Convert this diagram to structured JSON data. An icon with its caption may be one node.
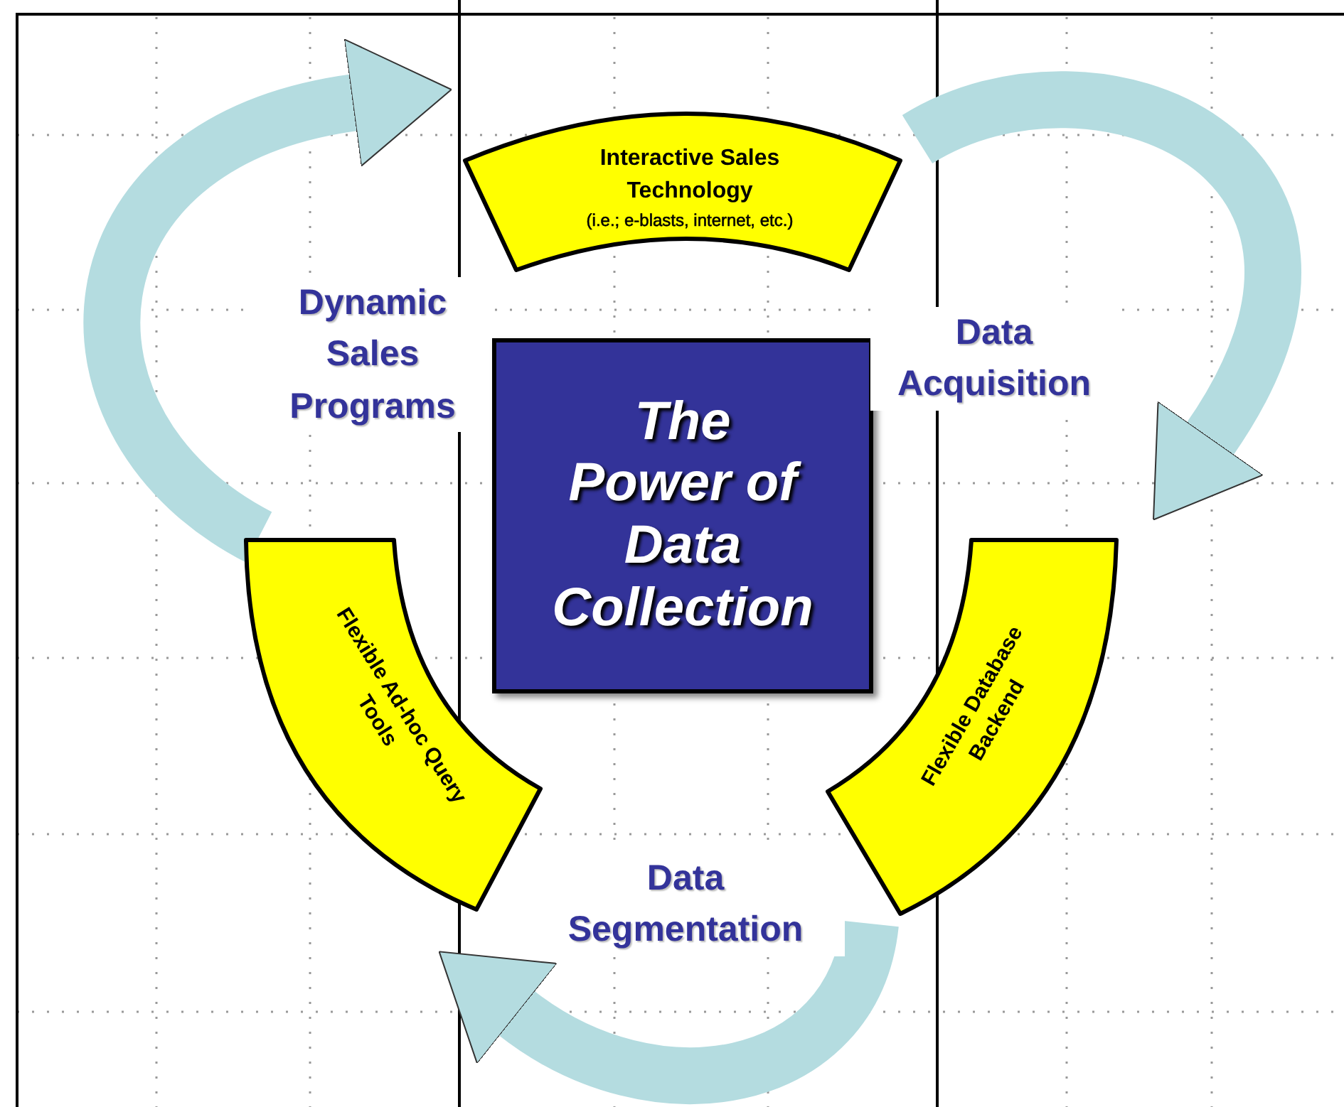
{
  "diagram": {
    "nodes": [
      {
        "text": [
          "The Power of Data Collection"
        ]
      },
      {
        "text": [
          "Interactive Sales Technology",
          "(i.e.; e-blasts, internet, etc.)"
        ]
      },
      {
        "text": [
          "Flexible Database Backend"
        ]
      },
      {
        "text": [
          "Flexible Ad-hoc Query Tools"
        ]
      }
    ],
    "edges": [
      {
        "from": 1,
        "to": 2,
        "arrow": "to",
        "label": "Data Acquisition"
      },
      {
        "from": 2,
        "to": 3,
        "arrow": "to",
        "label": "Data Segmentation"
      },
      {
        "from": 3,
        "to": 1,
        "arrow": "to",
        "label": "Dynamic Sales Programs"
      }
    ]
  }
}
